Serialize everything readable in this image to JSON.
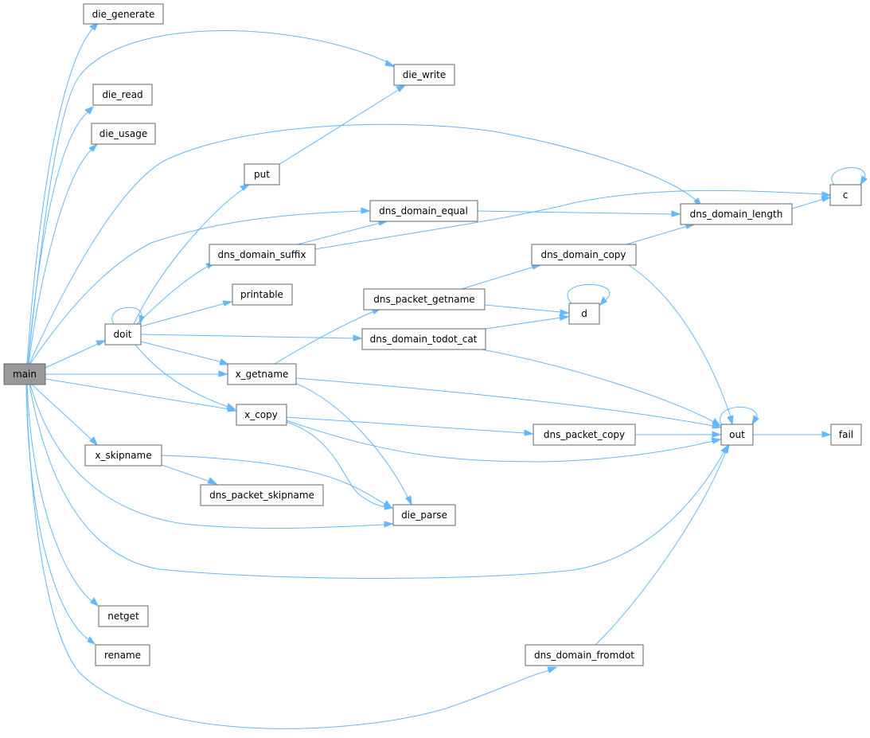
{
  "colors": {
    "edge": "#63b8ff",
    "node_border": "#666666",
    "main_node_fill": "#999999",
    "node_fill": "#ffffff"
  },
  "nodes": {
    "main": "main",
    "die_generate": "die_generate",
    "die_write": "die_write",
    "die_read": "die_read",
    "die_usage": "die_usage",
    "put": "put",
    "c": "c",
    "dns_domain_equal": "dns_domain_equal",
    "dns_domain_length": "dns_domain_length",
    "dns_domain_suffix": "dns_domain_suffix",
    "dns_domain_copy": "dns_domain_copy",
    "printable": "printable",
    "dns_packet_getname": "dns_packet_getname",
    "d": "d",
    "doit": "doit",
    "dns_domain_todot_cat": "dns_domain_todot_cat",
    "x_getname": "x_getname",
    "x_copy": "x_copy",
    "out": "out",
    "fail": "fail",
    "dns_packet_copy": "dns_packet_copy",
    "x_skipname": "x_skipname",
    "dns_packet_skipname": "dns_packet_skipname",
    "die_parse": "die_parse",
    "netget": "netget",
    "rename": "rename",
    "dns_domain_fromdot": "dns_domain_fromdot"
  },
  "edges": [
    [
      "main",
      "die_generate"
    ],
    [
      "main",
      "die_write"
    ],
    [
      "main",
      "die_read"
    ],
    [
      "main",
      "die_usage"
    ],
    [
      "main",
      "dns_domain_length"
    ],
    [
      "main",
      "dns_domain_equal"
    ],
    [
      "main",
      "doit"
    ],
    [
      "main",
      "x_getname"
    ],
    [
      "main",
      "x_copy"
    ],
    [
      "main",
      "x_skipname"
    ],
    [
      "main",
      "die_parse"
    ],
    [
      "main",
      "out"
    ],
    [
      "main",
      "netget"
    ],
    [
      "main",
      "rename"
    ],
    [
      "main",
      "dns_domain_fromdot"
    ],
    [
      "doit",
      "doit"
    ],
    [
      "doit",
      "put"
    ],
    [
      "doit",
      "dns_domain_suffix"
    ],
    [
      "doit",
      "printable"
    ],
    [
      "doit",
      "dns_domain_todot_cat"
    ],
    [
      "doit",
      "x_getname"
    ],
    [
      "doit",
      "x_copy"
    ],
    [
      "put",
      "die_write"
    ],
    [
      "dns_domain_suffix",
      "dns_domain_equal"
    ],
    [
      "dns_domain_suffix",
      "c"
    ],
    [
      "dns_domain_equal",
      "dns_domain_length"
    ],
    [
      "dns_domain_length",
      "c"
    ],
    [
      "c",
      "c"
    ],
    [
      "dns_domain_copy",
      "dns_domain_length"
    ],
    [
      "dns_domain_copy",
      "out"
    ],
    [
      "dns_packet_getname",
      "dns_domain_copy"
    ],
    [
      "dns_packet_getname",
      "d"
    ],
    [
      "d",
      "d"
    ],
    [
      "dns_domain_todot_cat",
      "d"
    ],
    [
      "dns_domain_todot_cat",
      "out"
    ],
    [
      "x_getname",
      "dns_packet_getname"
    ],
    [
      "x_getname",
      "out"
    ],
    [
      "x_getname",
      "die_parse"
    ],
    [
      "x_copy",
      "dns_packet_copy"
    ],
    [
      "x_copy",
      "out"
    ],
    [
      "x_copy",
      "die_parse"
    ],
    [
      "dns_packet_copy",
      "out"
    ],
    [
      "out",
      "out"
    ],
    [
      "out",
      "fail"
    ],
    [
      "x_skipname",
      "dns_packet_skipname"
    ],
    [
      "x_skipname",
      "die_parse"
    ],
    [
      "dns_domain_fromdot",
      "out"
    ]
  ]
}
